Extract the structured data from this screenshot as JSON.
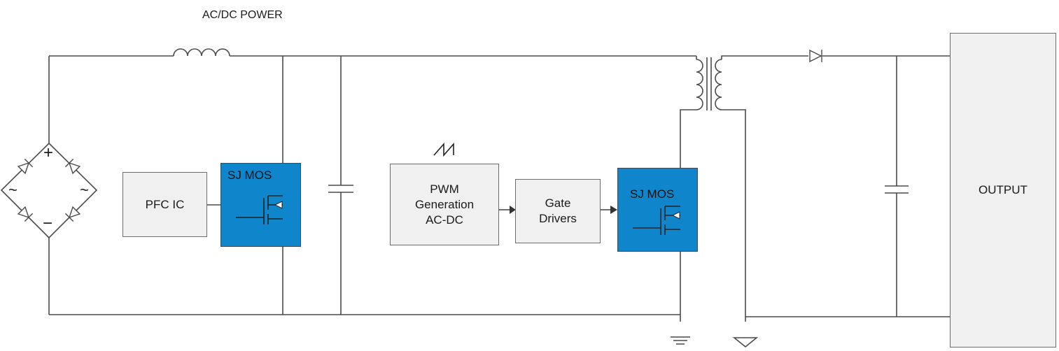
{
  "diagram": {
    "title": "AC/DC POWER",
    "blocks": {
      "pfc_ic": "PFC IC",
      "pwm_line1": "PWM",
      "pwm_line2": "Generation",
      "pwm_line3": "AC-DC",
      "gate_line1": "Gate",
      "gate_line2": "Drivers",
      "output": "OUTPUT"
    },
    "mosfets": {
      "left": "SJ MOS",
      "right": "SJ MOS"
    },
    "bridge_symbols": {
      "plus": "+",
      "minus": "−",
      "ac_left": "~",
      "ac_right": "~"
    },
    "colors": {
      "line": "#4a4a4a",
      "mos_fill": "#0f86cc",
      "block_fill": "#f0f0f0"
    }
  }
}
